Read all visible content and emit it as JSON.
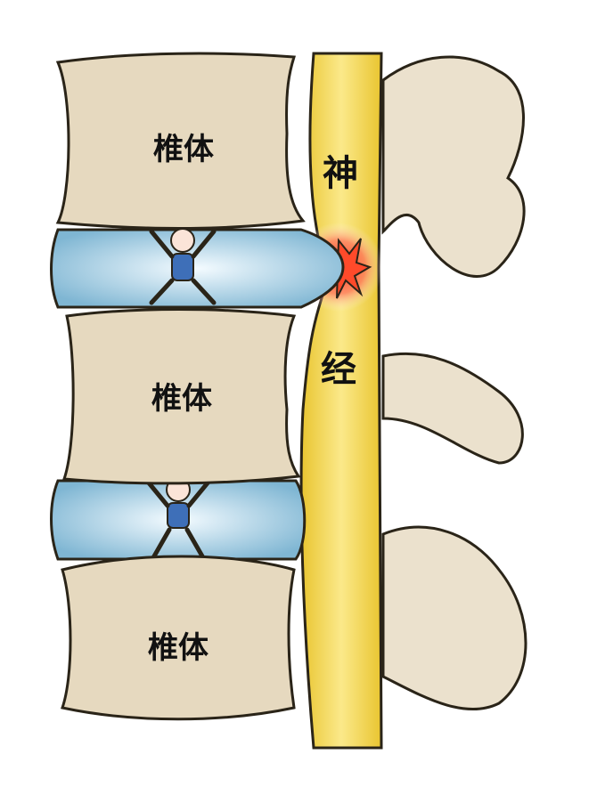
{
  "labels": {
    "vertebra_top": "椎体",
    "vertebra_middle": "椎体",
    "vertebra_bottom": "椎体",
    "nerve_char_1": "神",
    "nerve_char_2": "经"
  },
  "colors": {
    "bone": "#e6d9bf",
    "bone_outline": "#2a2418",
    "disc": "#8fc3dc",
    "nerve": "#f2d44a",
    "pain": "#e8322a"
  }
}
